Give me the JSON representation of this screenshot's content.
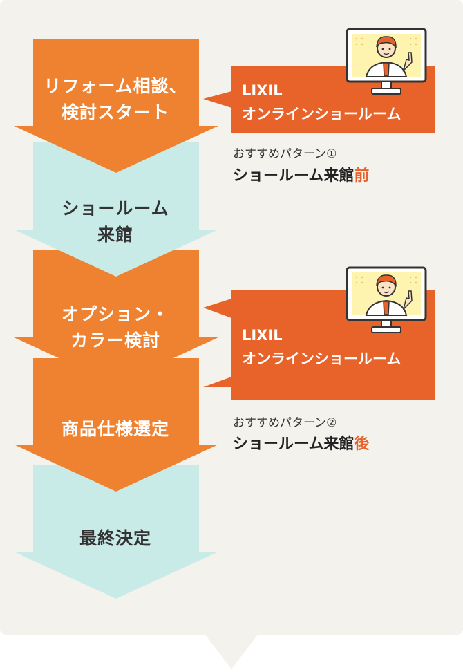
{
  "colors": {
    "background": "#f4f2ed",
    "orange": "#ef8231",
    "callout": "#e8632a",
    "light_blue": "#c9ebe8",
    "accent": "#e8632a"
  },
  "steps": [
    {
      "label": "リフォーム相談、\n検討スタート",
      "color": "orange"
    },
    {
      "label": "ショールーム\n来館",
      "color": "light_blue"
    },
    {
      "label": "オプション・\nカラー検討",
      "color": "orange"
    },
    {
      "label": "商品仕様選定",
      "color": "orange"
    },
    {
      "label": "最終決定",
      "color": "light_blue"
    }
  ],
  "callouts": [
    {
      "label": "LIXIL\nオンラインショールーム",
      "pattern_caption": "おすすめパターン①",
      "pattern_title": "ショールーム来館",
      "pattern_accent": "前",
      "icon": "presenter-monitor-icon"
    },
    {
      "label": "LIXIL\nオンラインショールーム",
      "pattern_caption": "おすすめパターン②",
      "pattern_title": "ショールーム来館",
      "pattern_accent": "後",
      "icon": "presenter-monitor-icon"
    }
  ]
}
